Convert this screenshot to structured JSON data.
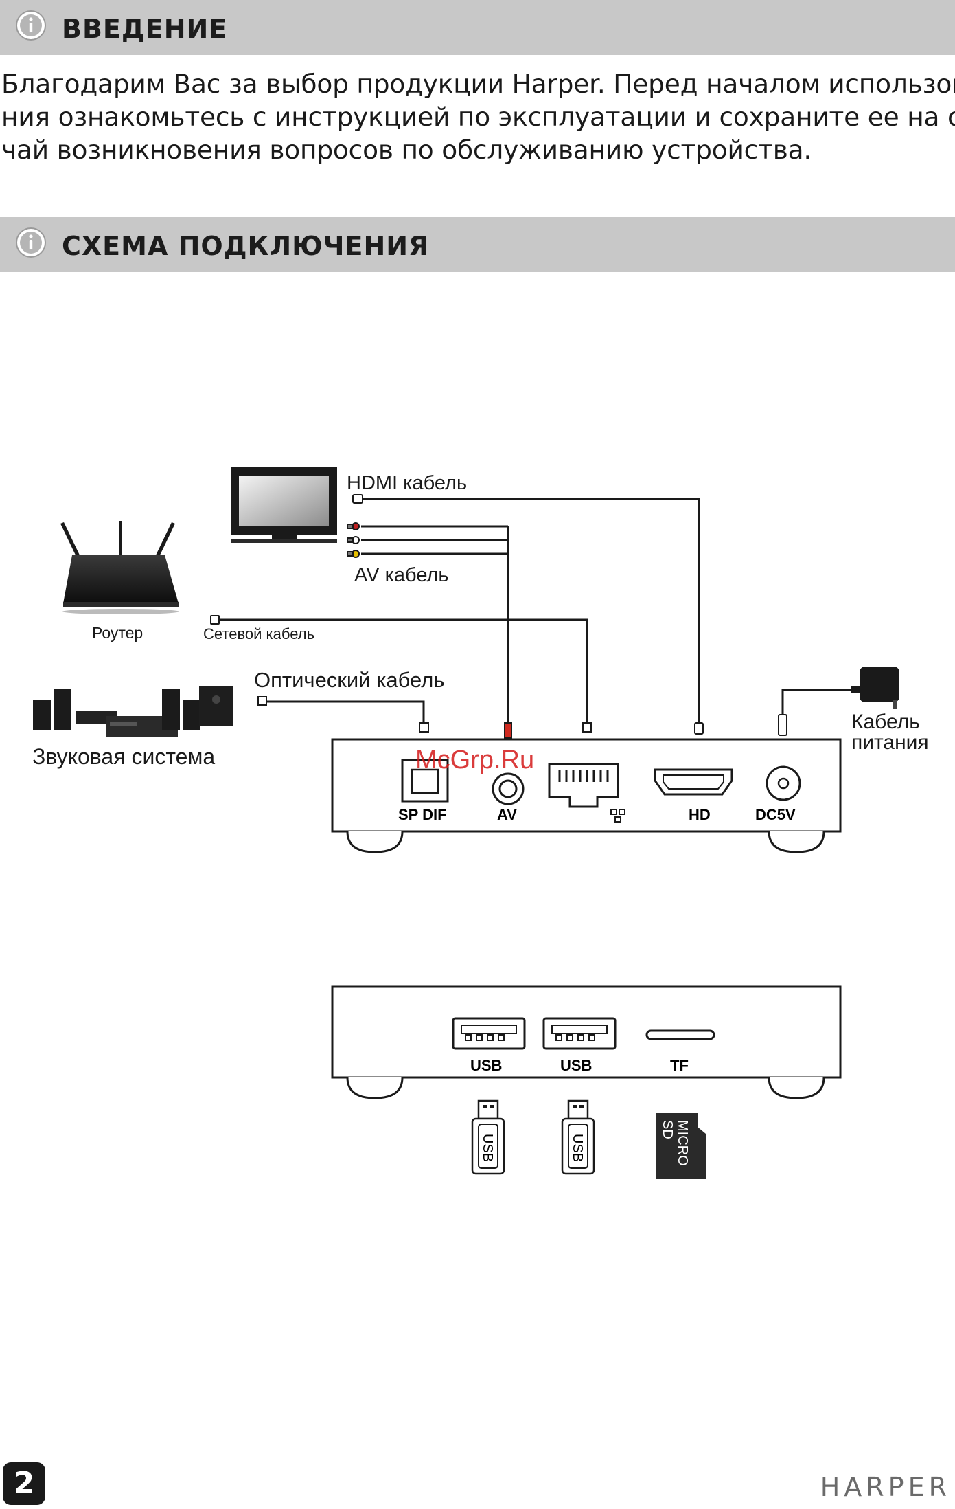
{
  "sections": {
    "intro_title": "ВВЕДЕНИЕ",
    "scheme_title": "СХЕМА ПОДКЛЮЧЕНИЯ"
  },
  "intro": {
    "line1": "Благодарим Вас за выбор продукции Harper. Перед началом использова-",
    "line2": "ния ознакомьтесь с инструкцией по эксплуатации и сохраните ее на слу-",
    "line3": "чай возникновения вопросов по обслуживанию устройства."
  },
  "diagram": {
    "hdmi_cable": "HDMI кабель",
    "av_cable": "AV кабель",
    "router": "Роутер",
    "network_cable": "Сетевой кабель",
    "optical_cable": "Оптический кабель",
    "sound_system": "Звуковая система",
    "power_cable_1": "Кабель",
    "power_cable_2": "питания",
    "watermark": "McGrp.Ru",
    "ports_back": {
      "spdif": "SP DIF",
      "av": "AV",
      "hd": "HD",
      "dc": "DC5V"
    },
    "ports_front": {
      "usb1": "USB",
      "usb2": "USB",
      "tf": "TF"
    },
    "flash1": "USB",
    "flash2": "USB",
    "sd_line1": "MICRO",
    "sd_line2": "SD"
  },
  "footer": {
    "page_number": "2",
    "brand": "HARPER"
  }
}
